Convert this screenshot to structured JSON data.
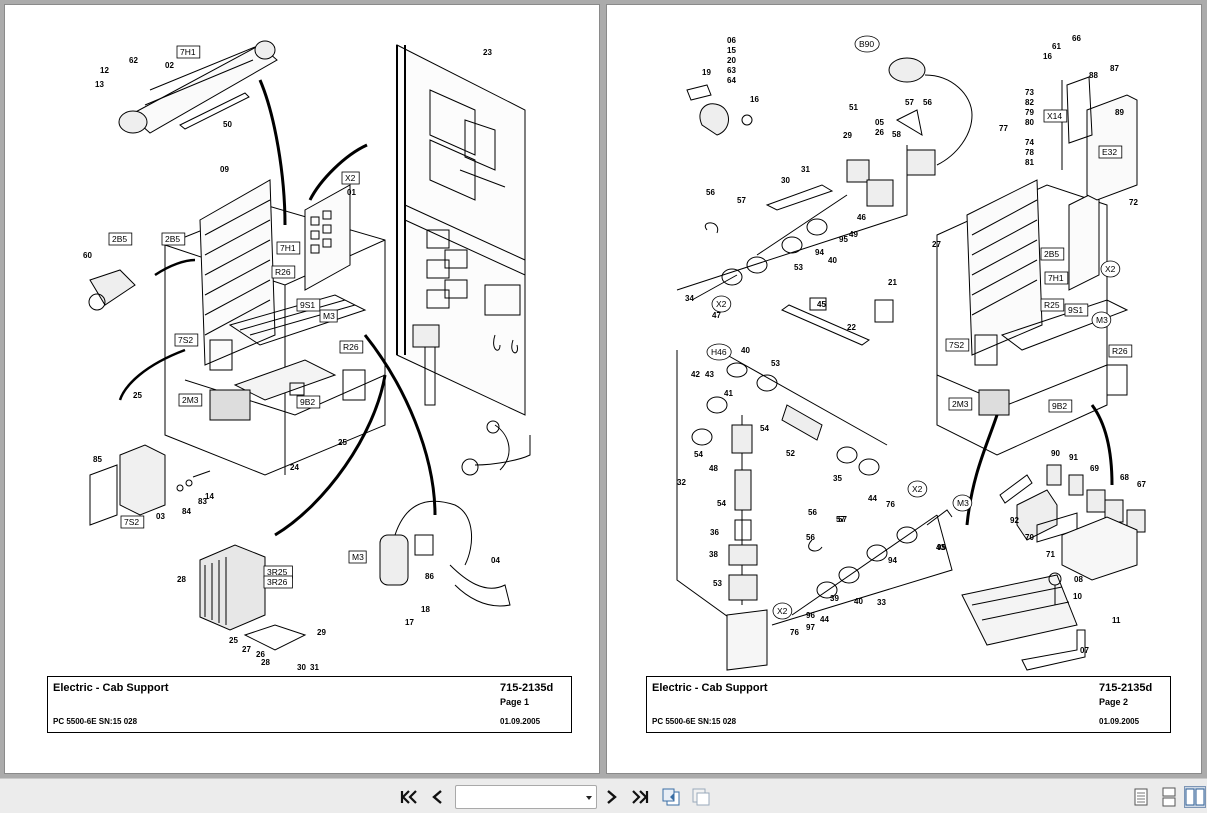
{
  "pages": [
    {
      "title": "Electric - Cab Support",
      "doc_number": "715-2135d",
      "page_label": "Page 1",
      "model": "PC 5500-6E SN:15 028",
      "date": "01.09.2005",
      "callouts": [
        "12",
        "62",
        "7H1",
        "02",
        "13",
        "50",
        "23",
        "09",
        "X2",
        "01",
        "2B5",
        "2B5",
        "7H1",
        "60",
        "R26",
        "9S1",
        "M3",
        "R26",
        "7S2",
        "25",
        "2M3",
        "9B2",
        "25",
        "24",
        "85",
        "84",
        "83",
        "14",
        "7S2",
        "03",
        "28",
        "3R25",
        "3R26",
        "M3",
        "04",
        "86",
        "17",
        "18",
        "25",
        "27",
        "26",
        "28",
        "29",
        "31",
        "30"
      ]
    },
    {
      "title": "Electric - Cab Support",
      "doc_number": "715-2135d",
      "page_label": "Page 2",
      "model": "PC 5500-6E SN:15 028",
      "date": "01.09.2005",
      "callouts": [
        "06",
        "15",
        "20",
        "63",
        "64",
        "19",
        "16",
        "B90",
        "05",
        "26",
        "51",
        "57",
        "56",
        "58",
        "61",
        "66",
        "16",
        "88",
        "87",
        "73",
        "82",
        "79",
        "80",
        "77",
        "X14",
        "74",
        "78",
        "81",
        "E32",
        "72",
        "89",
        "29",
        "31",
        "30",
        "56",
        "57",
        "46",
        "49",
        "95",
        "94",
        "53",
        "40",
        "34",
        "X2",
        "47",
        "45",
        "22",
        "21",
        "27",
        "2B5",
        "7H1",
        "R25",
        "X2",
        "9S1",
        "M3",
        "7S2",
        "R26",
        "2M3",
        "9B2",
        "H46",
        "40",
        "53",
        "43",
        "42",
        "41",
        "54",
        "52",
        "56",
        "57",
        "54",
        "48",
        "35",
        "44",
        "76",
        "X2",
        "32",
        "54",
        "M3",
        "56",
        "57",
        "36",
        "94",
        "95",
        "43",
        "38",
        "39",
        "53",
        "40",
        "33",
        "X2",
        "96",
        "44",
        "97",
        "76",
        "90",
        "91",
        "69",
        "68",
        "67",
        "92",
        "70",
        "71",
        "08",
        "10",
        "11",
        "07"
      ]
    }
  ],
  "toolbar": {
    "first_icon": "first-page-icon",
    "prev_icon": "previous-page-icon",
    "page_value": "",
    "next_icon": "next-page-icon",
    "last_icon": "last-page-icon",
    "back_icon": "previous-view-icon",
    "forward_icon": "next-view-icon",
    "single_icon": "single-page-view-icon",
    "continuous_icon": "continuous-view-icon",
    "facing_icon": "facing-pages-view-icon"
  },
  "colors": {
    "page": "#ffffff",
    "background": "#ababab",
    "toolbar": "#ececec",
    "line": "#000000"
  }
}
